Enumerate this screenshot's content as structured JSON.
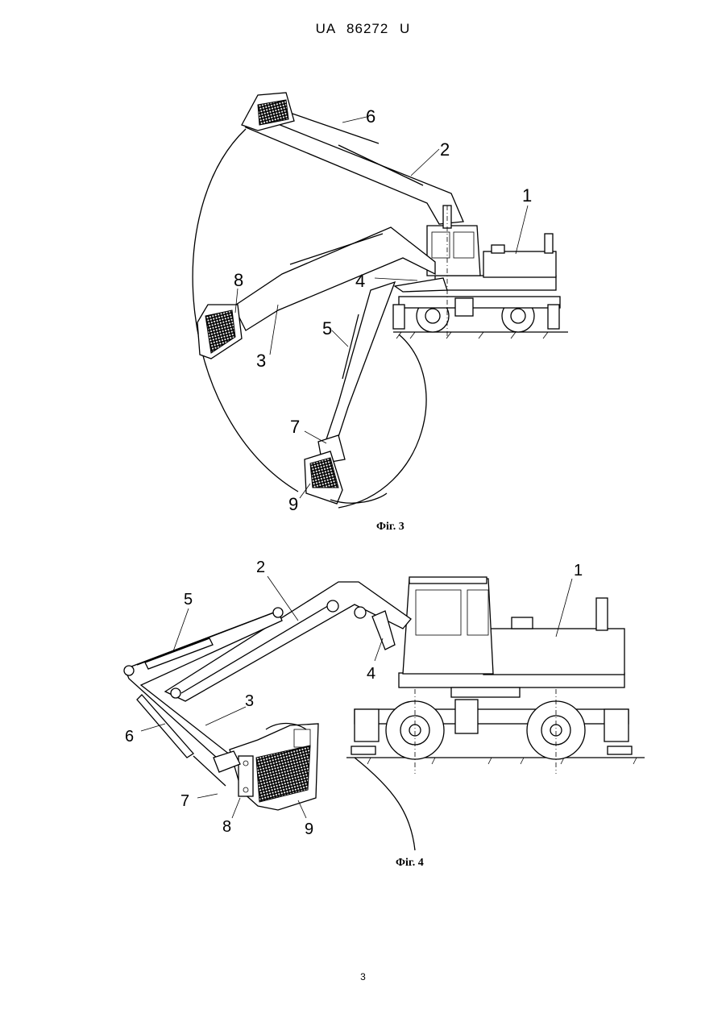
{
  "header": {
    "doc_id": "UA   86272   U"
  },
  "figure3": {
    "caption": "Фіг. 3",
    "labels": [
      "1",
      "2",
      "3",
      "4",
      "5",
      "6",
      "7",
      "8",
      "9"
    ]
  },
  "figure4": {
    "caption": "Фіг. 4",
    "labels": [
      "1",
      "2",
      "3",
      "4",
      "5",
      "6",
      "7",
      "8",
      "9"
    ]
  },
  "footer": {
    "page_number": "3"
  }
}
